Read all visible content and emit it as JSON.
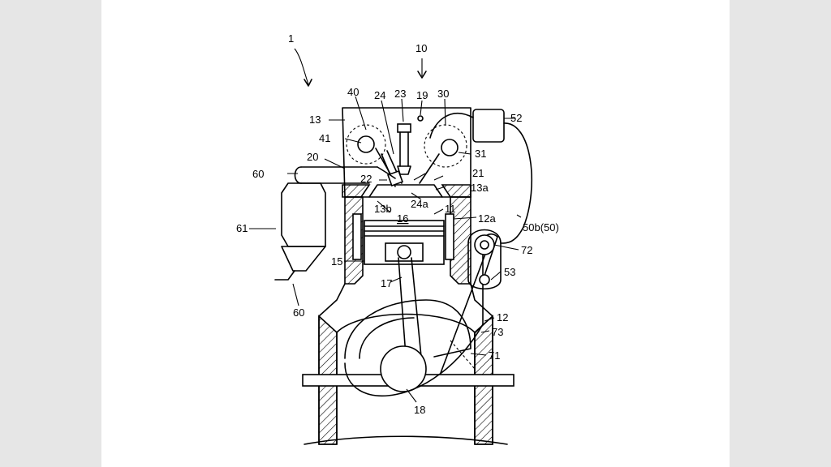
{
  "labels": {
    "l1": "1",
    "l10": "10",
    "l40": "40",
    "l24": "24",
    "l23": "23",
    "l19": "19",
    "l30": "30",
    "l13": "13",
    "l41": "41",
    "l52": "52",
    "l31": "31",
    "l20": "20",
    "l60a": "60",
    "l22": "22",
    "l21": "21",
    "l13a": "13a",
    "l13b": "13b",
    "l24a": "24a",
    "l16": "16",
    "l11": "11",
    "l12a": "12a",
    "l50b": "50b(50)",
    "l61": "61",
    "l72": "72",
    "l15": "15",
    "l53": "53",
    "l17": "17",
    "l60b": "60",
    "l12": "12",
    "l73": "73",
    "l71": "71",
    "l18": "18"
  }
}
